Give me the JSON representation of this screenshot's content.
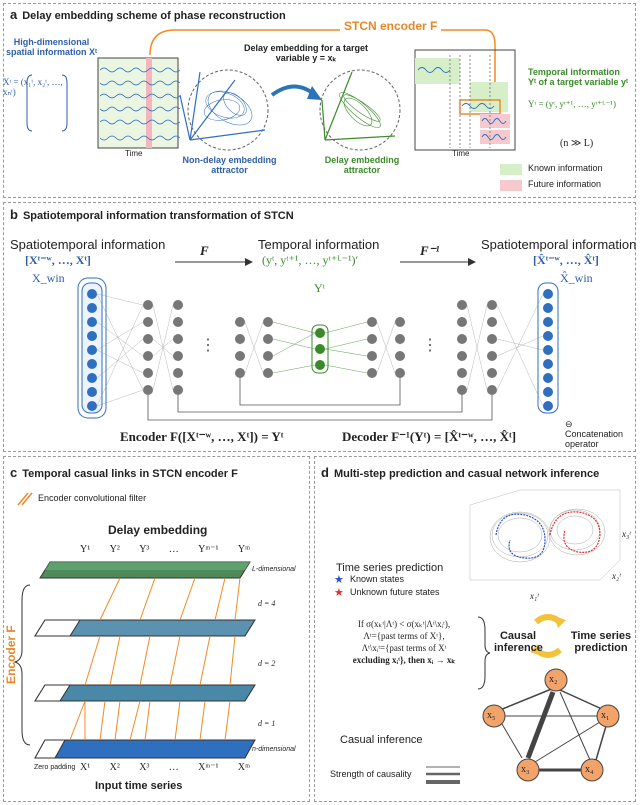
{
  "panel_a": {
    "letter": "a",
    "title": "Delay embedding scheme of phase reconstruction",
    "encoder_label": "STCN encoder F",
    "hd_info": "High-dimensional spatial information Xᵗ",
    "xt_vector": "Xᵗ = (x₁ᵗ, x₂ᵗ, …, xₙᵗ)",
    "delay_embed": "Delay embedding for a target variable y = xₖ",
    "time_axis": "Time",
    "non_delay": "Non-delay embedding attractor",
    "delay_attractor": "Delay embedding attractor",
    "temporal_info": "Temporal information Yᵗ of a target variable yᵗ",
    "yt_formula": "Yᵗ = (yᵗ, yᵗ⁺¹, …, yᵗ⁺ᴸ⁻¹)",
    "n_gg_l": "(n ≫ L)",
    "known": "Known information",
    "future": "Future information",
    "colors": {
      "known": "#d7efc8",
      "future": "#f6c9cf",
      "encoder": "#f08a24",
      "series": "#2f6fbf"
    }
  },
  "panel_b": {
    "letter": "b",
    "title": "Spatiotemporal information transformation of STCN",
    "left_info": "Spatiotemporal information",
    "left_formula": "[Xᵗ⁻ʷ, …, Xᵗ]",
    "x_win": "X_win",
    "mid_info": "Temporal information",
    "mid_formula": "(yᵗ, yᵗ⁺¹, …, yᵗ⁺ᴸ⁻¹)′",
    "y_t": "Yᵗ",
    "right_info": "Spatiotemporal information",
    "right_formula": "[X̂ᵗ⁻ʷ, …, X̂ᵗ]",
    "x_hat_win": "X̂_win",
    "f_label": "F",
    "finv_label": "F⁻¹",
    "encoder_eq": "Encoder F([Xᵗ⁻ʷ, …, Xᵗ]) = Yᵗ",
    "decoder_eq": "Decoder F⁻¹(Yᵗ) = [X̂ᵗ⁻ʷ, …, X̂ᵗ]",
    "concat": "⊖ Concatenation operator"
  },
  "panel_c": {
    "letter": "c",
    "title": "Temporal casual links in STCN encoder F",
    "legend": "Encoder convolutional filter",
    "delay_embedding": "Delay embedding",
    "top_labels": [
      "Y¹",
      "Y²",
      "Y³",
      "…",
      "Yᵐ⁻¹",
      "Yᵐ"
    ],
    "bottom_labels": [
      "X¹",
      "X²",
      "X³",
      "…",
      "Xᵐ⁻¹",
      "Xᵐ"
    ],
    "l_dim": "L-dimensional",
    "n_dim": "n-dimensional",
    "d_labels": [
      "d = 4",
      "d = 2",
      "d = 1"
    ],
    "zero_padding": "Zero padding",
    "input_series": "Input time series",
    "encoder_side": "Encoder F"
  },
  "panel_d": {
    "letter": "d",
    "title": "Multi-step prediction and casual network inference",
    "ts_prediction": "Time series prediction",
    "known_states": "Known states",
    "unknown_states": "Unknown future states",
    "axis_x1": "x₁ᵗ",
    "axis_x2": "x₂ᵗ",
    "axis_x3": "x₃ᵗ",
    "condition": [
      "If σ(xₖᵗ|Λᵗ) < σ(xₖᵗ|Λᵗ\\xᵢᵗ),",
      "Λᵗ={past terms of Xᵗ},",
      "Λᵗ\\xᵢᵗ={past terms of Xᵗ",
      "excluding xᵢᵗ}, then xᵢ → xₖ"
    ],
    "causal_inference": "Causal inference",
    "ts_prediction2": "Time series prediction",
    "casual_inference": "Casual inference",
    "strength": "Strength of causality",
    "nodes": [
      "x₂",
      "x₅",
      "x₁",
      "x₃",
      "x₄"
    ],
    "colors": {
      "node": "#f2a36a",
      "known_line": "#2a4fc8",
      "unknown_line": "#e03030"
    }
  }
}
